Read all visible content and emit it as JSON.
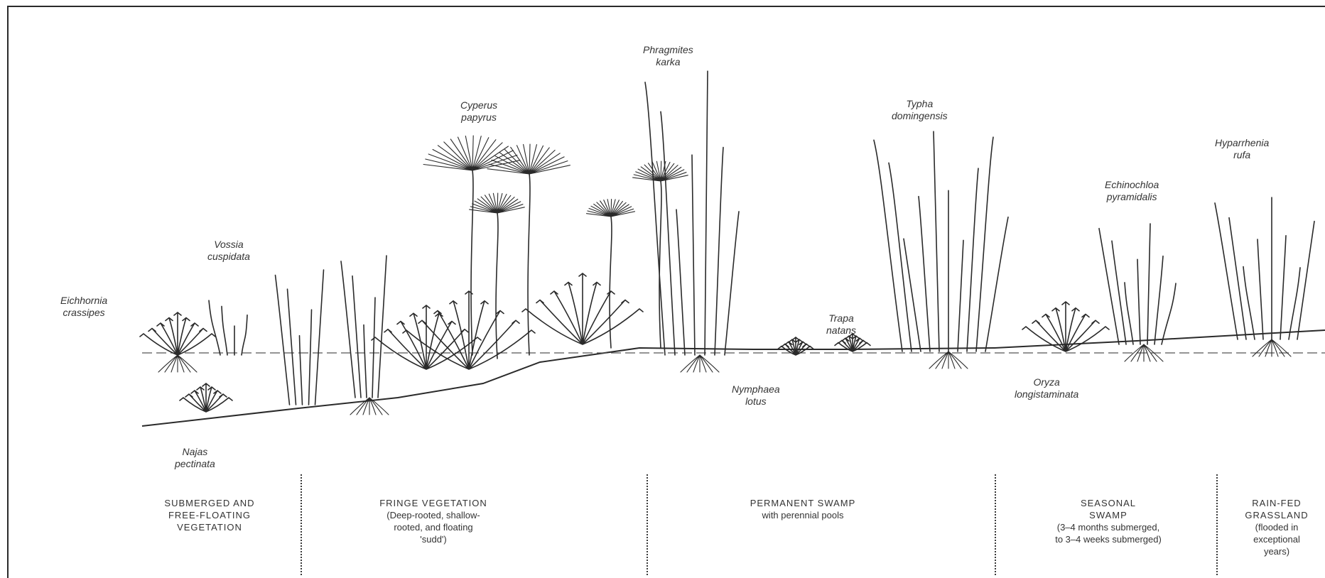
{
  "colors": {
    "ink": "#2a2a2a",
    "text": "#333333",
    "background": "#ffffff"
  },
  "species": {
    "eichhornia": [
      "Eichhornia",
      "crassipes"
    ],
    "vossia": [
      "Vossia",
      "cuspidata"
    ],
    "najas": [
      "Najas",
      "pectinata"
    ],
    "cyperus": [
      "Cyperus",
      "papyrus"
    ],
    "phragmites": [
      "Phragmites",
      "karka"
    ],
    "typha": [
      "Typha",
      "domingensis"
    ],
    "trapa": [
      "Trapa",
      "natans"
    ],
    "nymphaea": [
      "Nymphaea",
      "lotus"
    ],
    "oryza": [
      "Oryza",
      "longistaminata"
    ],
    "echinochloa": [
      "Echinochloa",
      "pyramidalis"
    ],
    "hyparrhenia": [
      "Hyparrhenia",
      "rufa"
    ]
  },
  "zones": [
    {
      "title": [
        "SUBMERGED AND",
        "FREE-FLOATING",
        "VEGETATION"
      ],
      "desc": []
    },
    {
      "title": [
        "FRINGE VEGETATION"
      ],
      "desc": [
        "(Deep-rooted, shallow-",
        "rooted, and floating",
        "'sudd')"
      ]
    },
    {
      "title": [
        "PERMANENT SWAMP"
      ],
      "desc": [
        "with perennial pools"
      ]
    },
    {
      "title": [
        "SEASONAL",
        "SWAMP"
      ],
      "desc": [
        "(3–4 months submerged,",
        "to 3–4 weeks submerged)"
      ]
    },
    {
      "title": [
        "RAIN-FED",
        "GRASSLAND"
      ],
      "desc": [
        "(flooded in",
        "exceptional",
        "years)"
      ]
    }
  ]
}
